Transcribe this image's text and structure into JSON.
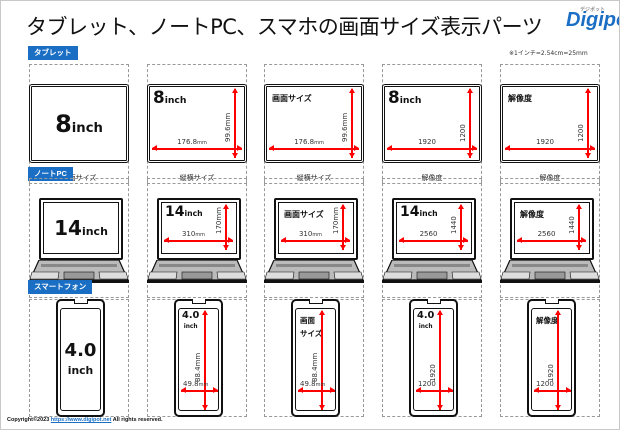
{
  "title": "タブレット、ノートPC、スマホの画面サイズ表示パーツ",
  "logo": {
    "text": "Digipot",
    "sub": "デジポット"
  },
  "note": "※1インチ=2.54cm=25mm",
  "colors": {
    "accent": "#1a6fc4",
    "arrow": "#ff0000"
  },
  "sections": [
    {
      "label": "タブレット",
      "type": "tablet",
      "cells": [
        {
          "big": "8",
          "unit": "inch",
          "caption": "画面サイズ"
        },
        {
          "big": "8",
          "unit": "inch",
          "w": "176.8",
          "wu": "mm",
          "h": "99.6mm",
          "caption": "縦横サイズ"
        },
        {
          "title": "画面サイズ",
          "w": "176.8",
          "wu": "mm",
          "h": "99.6mm",
          "caption": "縦横サイズ"
        },
        {
          "big": "8",
          "unit": "inch",
          "w": "1920",
          "wu": "",
          "h": "1200",
          "caption": "解像度"
        },
        {
          "title": "解像度",
          "w": "1920",
          "wu": "",
          "h": "1200",
          "caption": "解像度"
        }
      ]
    },
    {
      "label": "ノートPC",
      "type": "laptop",
      "cells": [
        {
          "big": "14",
          "unit": "inch"
        },
        {
          "big": "14",
          "unit": "inch",
          "w": "310",
          "wu": "mm",
          "h": "170mm"
        },
        {
          "title": "画面サイズ",
          "w": "310",
          "wu": "mm",
          "h": "170mm"
        },
        {
          "big": "14",
          "unit": "inch",
          "w": "2560",
          "wu": "",
          "h": "1440"
        },
        {
          "title": "解像度",
          "w": "2560",
          "wu": "",
          "h": "1440"
        }
      ]
    },
    {
      "label": "スマートフォン",
      "type": "phone",
      "cells": [
        {
          "big": "4.0",
          "unit": "inch"
        },
        {
          "big": "4.0",
          "unit": "inch",
          "w": "49.8",
          "wu": "mm",
          "h": "88.4mm"
        },
        {
          "title": "画面\nサイズ",
          "w": "49.8",
          "wu": "mm",
          "h": "88.4mm"
        },
        {
          "big": "4.0",
          "unit": "inch",
          "w": "1200",
          "wu": "",
          "h": "1920"
        },
        {
          "title": "解像度",
          "w": "1200",
          "wu": "",
          "h": "1920"
        }
      ]
    }
  ],
  "footer": {
    "prefix": "Copyright©2023 ",
    "link": "https://www.digipot.net",
    "suffix": " All rights reserved."
  }
}
